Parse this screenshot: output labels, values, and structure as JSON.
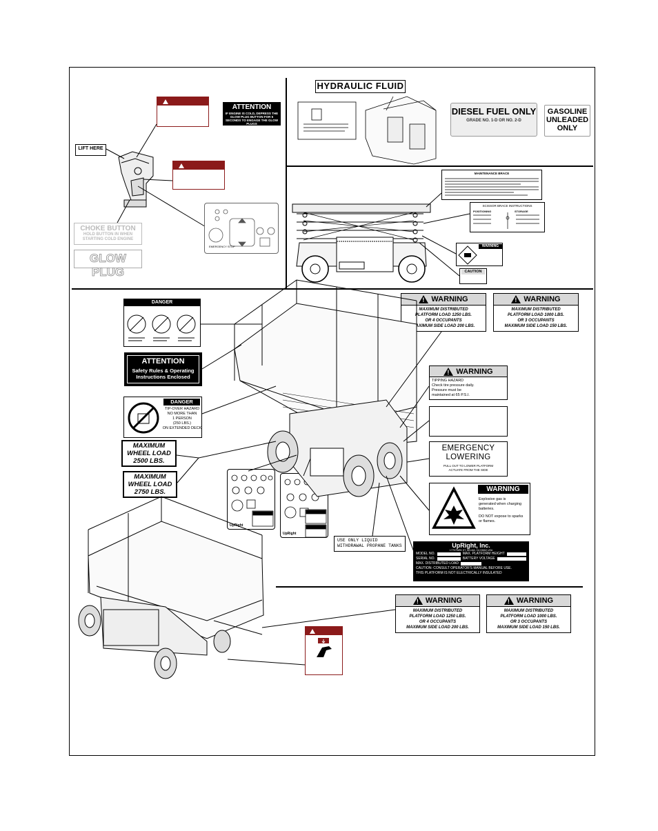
{
  "labels": {
    "lift_here": "LIFT HERE",
    "attention_small_title": "ATTENTION",
    "attention_small_body": "IF ENGINE IS COLD, DEPRESS THE GLOW PLUG BUTTON FOR 5 SECONDS TO ENGAGE THE GLOW PLUGS",
    "choke_button_title": "CHOKE BUTTON",
    "choke_button_body": "HOLD BUTTON IN WHEN STARTING COLD ENGINE",
    "glow_plug": "GLOW PLUG",
    "emergency_stop": "EMERGENCY STOP",
    "hydraulic_fluid": "HYDRAULIC FLUID",
    "diesel_title": "DIESEL FUEL ONLY",
    "diesel_sub": "GRADE NO. 1-D OR NO. 2-D",
    "gasoline_title": "GASOLINE UNLEADED ONLY",
    "maintenance_brace": "MAINTENANCE BRACE",
    "scissor_brace": "SCISSOR BRACE INSTRUCTIONS",
    "positioning": "POSITIONING",
    "storage": "STORAGE",
    "caution": "CAUTION",
    "warning": "WARNING",
    "danger": "DANGER",
    "attention_big_title": "ATTENTION",
    "attention_big_body1": "Safety Rules & Operating",
    "attention_big_body2": "Instructions Enclosed",
    "tipover_title": "TIP-OVER HAZARD",
    "tipover_body1": "NO MORE THAN",
    "tipover_body2": "1 PERSON",
    "tipover_body3": "(250 LBS.)",
    "tipover_body4": "ON EXTENDED DECK",
    "wheel_load_1": [
      "MAXIMUM",
      "WHEEL LOAD",
      "2500 LBS."
    ],
    "wheel_load_2": [
      "MAXIMUM",
      "WHEEL LOAD",
      "2750 LBS."
    ],
    "warn_1250": [
      "MAXIMUM DISTRIBUTED",
      "PLATFORM LOAD 1250 LBS.",
      "OR 4 OCCUPANTS",
      "MAXIMUM SIDE LOAD 200 LBS."
    ],
    "warn_1000": [
      "MAXIMUM DISTRIBUTED",
      "PLATFORM LOAD 1000 LBS.",
      "OR 3 OCCUPANTS",
      "MAXIMUM SIDE LOAD 150 LBS."
    ],
    "tipping": [
      "TIPPING HAZARD",
      "Check tire pressure daily.",
      "Pressure must be",
      "maintained at 65 P.S.I."
    ],
    "emergency_lowering_title": "EMERGENCY LOWERING",
    "emergency_lowering_body": "PULL OUT TO LOWER PLATFORM ACTUATE FROM THE SIDE",
    "explosive": [
      "Explosive gas is",
      "generated when charging",
      "batteries.",
      "DO NOT expose to sparks",
      "or flames."
    ],
    "propane": "USE ONLY LIQUID WITHDRAWAL PROPANE TANKS",
    "upright_title": "UpRight, Inc.",
    "upright_addr": "1775 PARK ST.    SELMA, CA 93662 USA",
    "model_no": "MODEL NO.",
    "max_platform_height": "MAX. PLATFORM HEIGHT",
    "serial_no": "SERIAL NO.",
    "battery_voltage": "BATTERY VOLTAGE",
    "max_distributed_load": "MAX. DISTRIBUTED LOAD",
    "caution_consult": "CAUTION: CONSULT OPERATOR'S MANUAL BEFORE USE.",
    "not_insulated": "THIS PLATFORM IS NOT ELECTRICALLY INSULATED",
    "upright_brand": "UpRight"
  }
}
